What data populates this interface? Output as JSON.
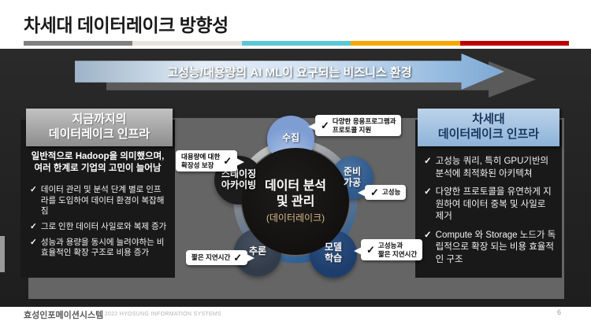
{
  "page": {
    "title": "차세대 데이터레이크 방향성",
    "page_number": "6",
    "footer_company": "효성인포메이션시스템",
    "footer_copyright": "© 2022 HYOSUNG INFORMATION SYSTEMS",
    "accent_colors": [
      "#808080",
      "#e7e4dc",
      "#5bc8d4",
      "#f5a800",
      "#c00000"
    ]
  },
  "banner": {
    "text": "고성능/대용량의 AI ML이 요구되는 비즈니스 환경"
  },
  "left_panel": {
    "header": "지금까지의\n데이터레이크 인프라",
    "intro": "일반적으로 Hadoop을 의미했으며,\n여러 한계로 기업의 고민이 늘어남",
    "bullets": [
      "데이터 관리 및 분석 단계 별로 인프라를 도입하여 데이터 환경이 복잡해 짐",
      "그로 인한 데이터 사일로와 복제 증가",
      "성능과 용량을 동시에 늘려야하는 비효율적인 확장 구조로 비용 증가"
    ]
  },
  "right_panel": {
    "header": "차세대\n데이터레이크 인프라",
    "bullets": [
      "고성능 쿼리, 특히 GPU기반의 분석에 최적화된 아키텍쳐",
      "다양한 프로토콜을 유연하게 지원하여 데이터 중복 및 사일로 제거",
      "Compute 와 Storage 노드가 독립적으로 확장 되는 비용 효율적인 구조"
    ]
  },
  "diagram": {
    "center_title": "데이터 분석\n및 관리",
    "center_subtitle": "(데이터레이크)",
    "nodes": [
      {
        "label": "수집",
        "color": "#7d9dd3"
      },
      {
        "label": "준비\n가공",
        "color": "#30598b"
      },
      {
        "label": "모델\n학습",
        "color": "#1d3e6d"
      },
      {
        "label": "추론",
        "color": "#323b49"
      },
      {
        "label": "스테이징\n아카이빙",
        "color": "#1c1c1c"
      }
    ],
    "callouts": [
      {
        "text": "다양한 응용프로그램과\n프로토콜 지원"
      },
      {
        "text": "고성능"
      },
      {
        "text": "고성능과\n짧은 지연시간"
      },
      {
        "text": "짧은 지연시간"
      },
      {
        "text": "대용량에 대한\n확장성 보장"
      }
    ]
  },
  "icons": {
    "check": "✓"
  }
}
